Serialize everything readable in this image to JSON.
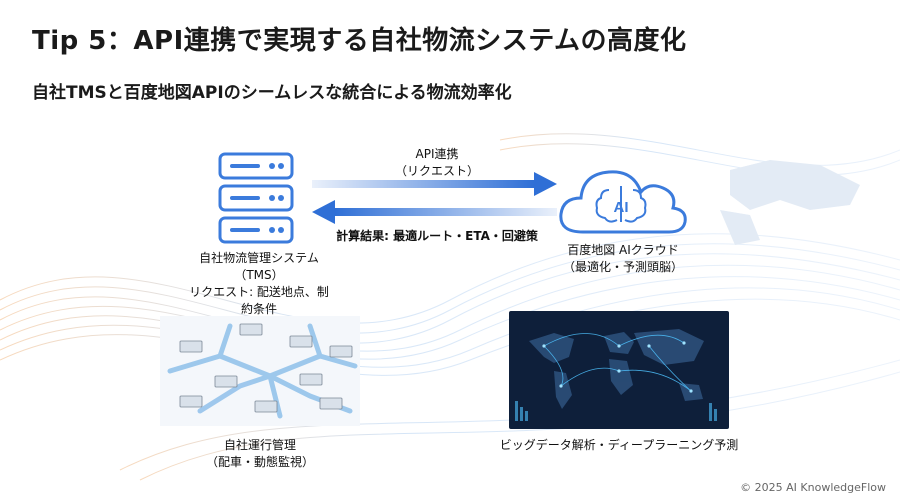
{
  "title": "Tip 5：API連携で実現する自社物流システムの高度化",
  "subtitle": "自社TMSと百度地図APIのシームレスな統合による物流効率化",
  "api_link": {
    "line1": "API連携",
    "line2": "（リクエスト）"
  },
  "result_label": "計算結果: 最適ルート・ETA・回避策",
  "tms": {
    "line1": "自社物流管理システム",
    "line2": "（TMS）",
    "line3": "リクエスト: 配送地点、制約条件"
  },
  "cloud": {
    "icon_text": "AI",
    "line1": "百度地図 AIクラウド",
    "line2": "（最適化・予測頭脳）"
  },
  "fleet": {
    "line1": "自社運行管理",
    "line2": "（配車・動態監視）"
  },
  "bigdata": {
    "line1": "ビッグデータ解析・ディープラーニング予測"
  },
  "footer": "© 2025 AI KnowledgeFlow",
  "colors": {
    "accent_blue": "#2f6fd6",
    "icon_blue": "#3b7bdc",
    "map_dark": "#0e1f3a",
    "map_glow": "#4fc3ff"
  }
}
